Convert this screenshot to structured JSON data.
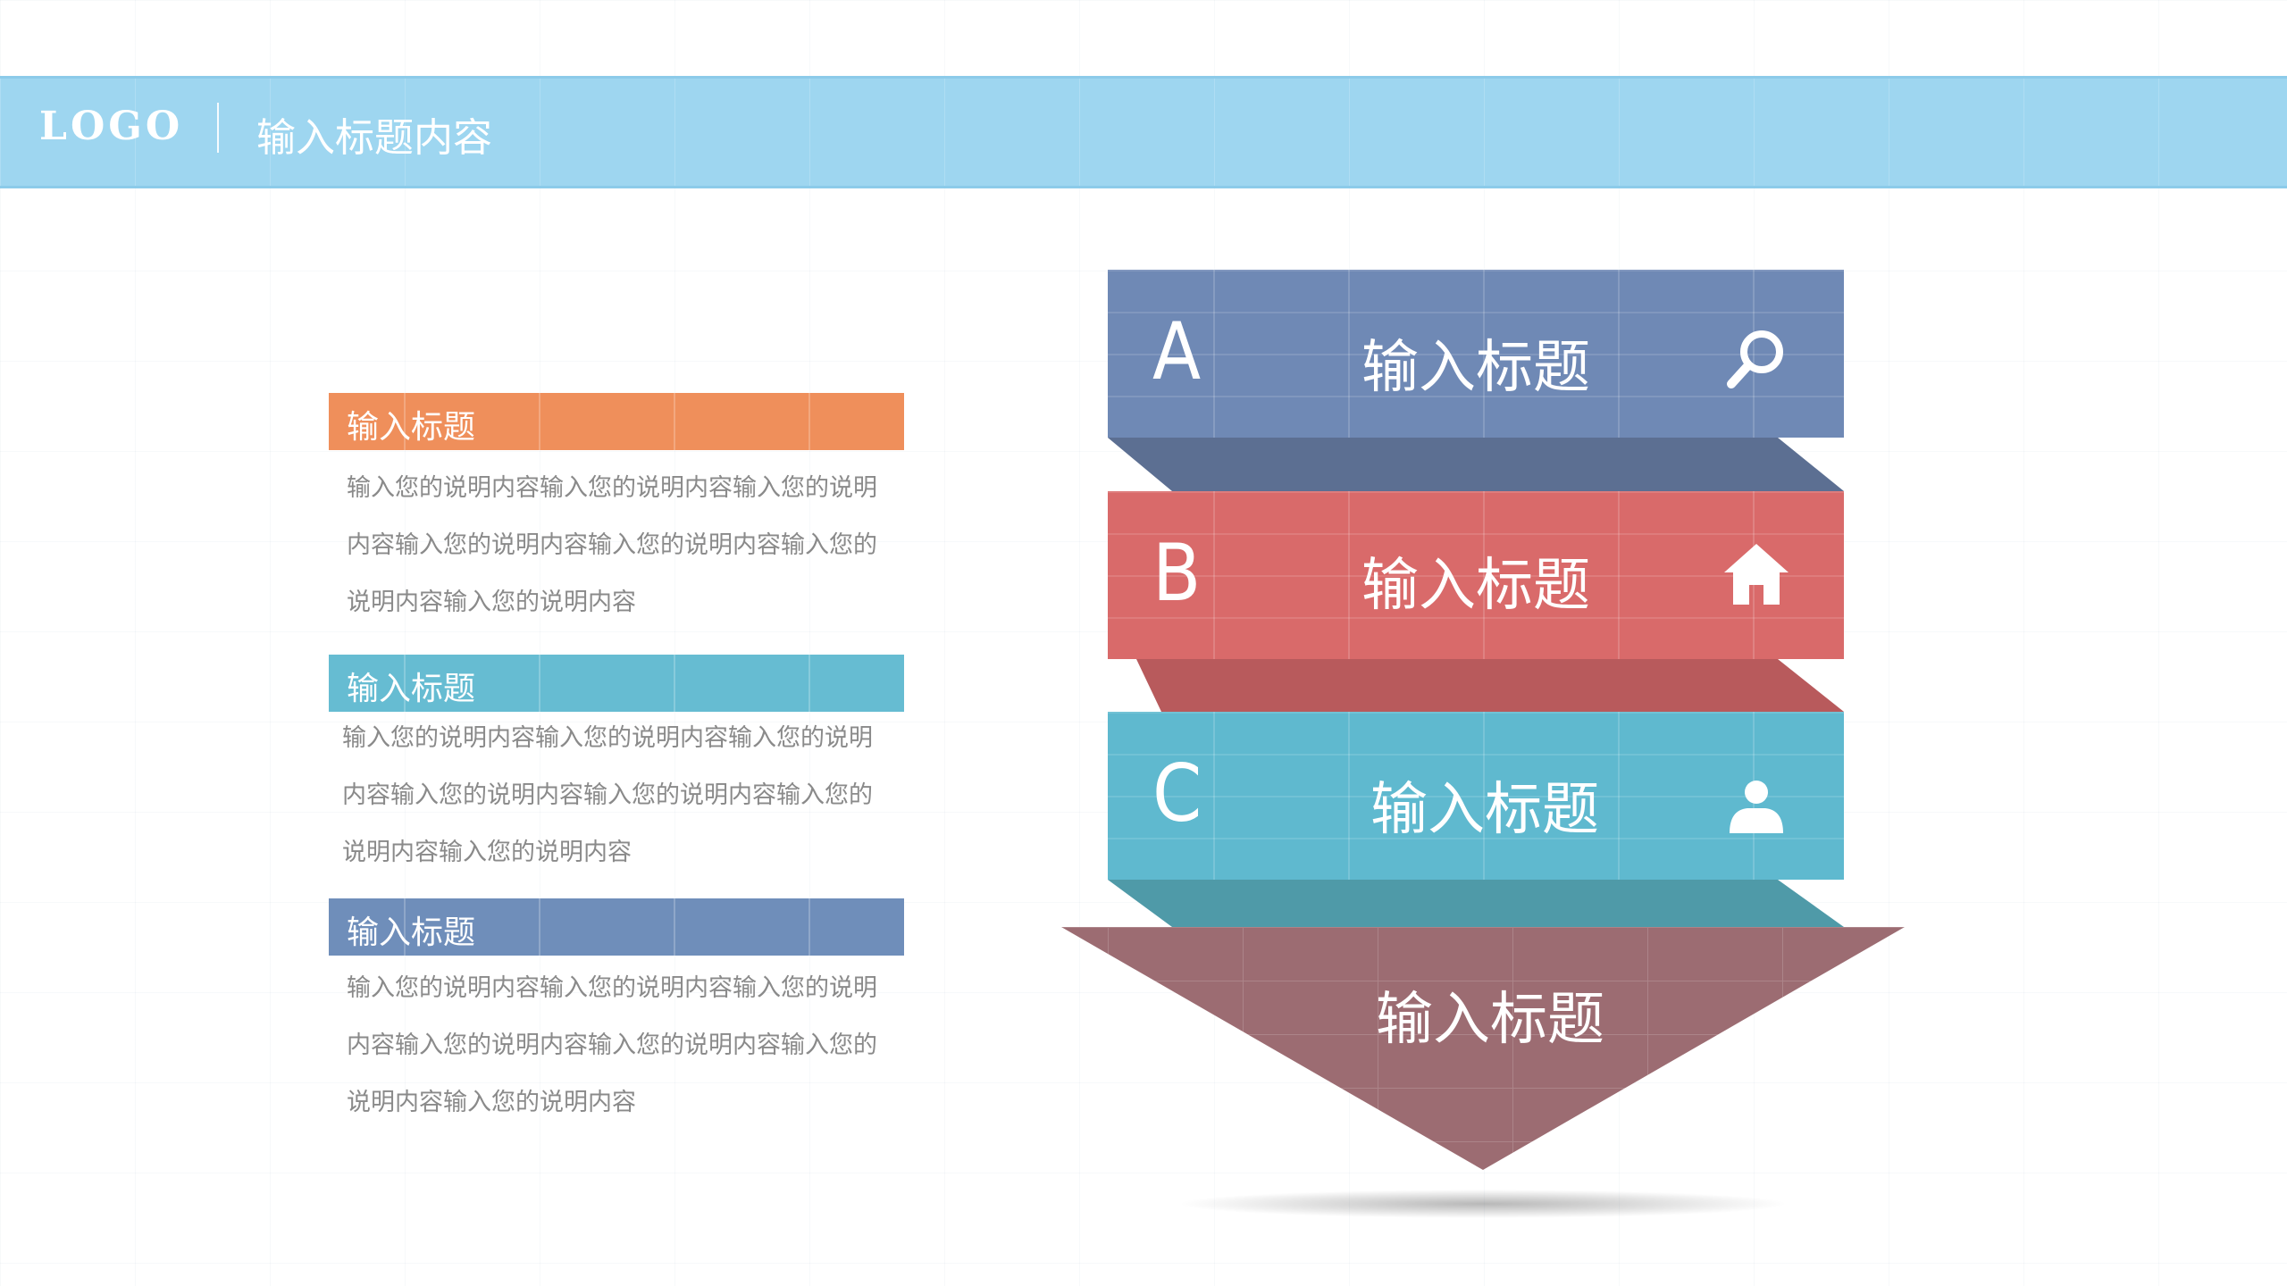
{
  "header": {
    "logo": "LOGO",
    "title": "输入标题内容"
  },
  "left_blocks": [
    {
      "title": "输入标题",
      "color": "#ef8f5b",
      "lines": [
        "输入您的说明内容输入您的说明内容输入您的说明",
        "内容输入您的说明内容输入您的说明内容输入您的",
        "说明内容输入您的说明内容"
      ]
    },
    {
      "title": "输入标题",
      "color": "#66bcd2",
      "lines": [
        "输入您的说明内容输入您的说明内容输入您的说明",
        "内容输入您的说明内容输入您的说明内容输入您的",
        "说明内容输入您的说明内容"
      ]
    },
    {
      "title": "输入标题",
      "color": "#6f8eba",
      "lines": [
        "输入您的说明内容输入您的说明内容输入您的说明",
        "内容输入您的说明内容输入您的说明内容输入您的",
        "说明内容输入您的说明内容"
      ]
    }
  ],
  "diagram": {
    "bands": [
      {
        "letter": "A",
        "title": "输入标题",
        "icon": "search-icon",
        "color": "#6f89b5"
      },
      {
        "letter": "B",
        "title": "输入标题",
        "icon": "home-icon",
        "color": "#d96a6a"
      },
      {
        "letter": "C",
        "title": "输入标题",
        "icon": "user-icon",
        "color": "#5fb9cf"
      }
    ],
    "arrow": {
      "title": "输入标题",
      "color": "#9c6c72"
    }
  }
}
